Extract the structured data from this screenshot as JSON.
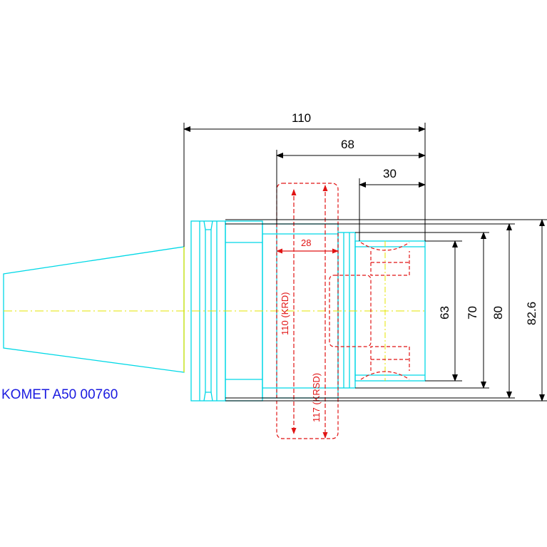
{
  "drawing": {
    "tool_label": "KOMET A50 00760",
    "dimensions": {
      "len_110": "110",
      "len_68": "68",
      "len_30": "30",
      "len_28": "28",
      "dia_63": "63",
      "dia_70": "70",
      "dia_80": "80",
      "dia_82_6": "82.6",
      "dia_krd": "110 (KRD)",
      "dia_krsd": "117 (KRSD)"
    },
    "colors": {
      "outline": "#00d8e6",
      "centerline": "#e6e600",
      "dimension": "#000000",
      "reference": "#e11414",
      "label": "#1a1ae0"
    }
  }
}
